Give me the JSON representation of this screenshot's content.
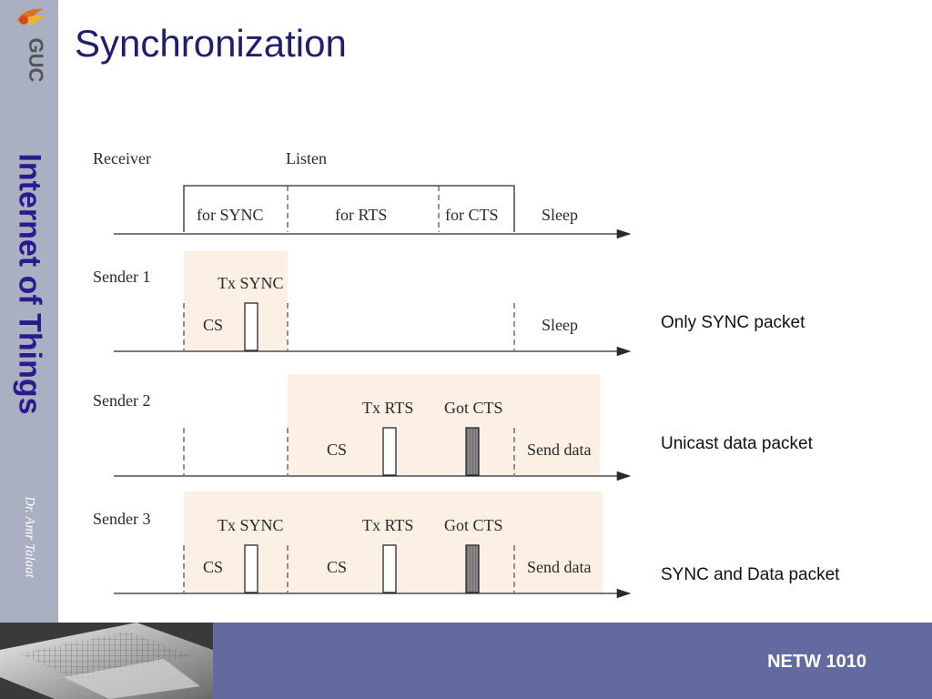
{
  "header": {
    "title": "Synchronization"
  },
  "sidebar": {
    "logo_text": "GUC",
    "course": "Internet of Things",
    "author": "Dr. Amr Talaat"
  },
  "footer": {
    "course_code": "NETW 1010"
  },
  "diagram": {
    "receiver": {
      "label": "Receiver",
      "listen": "Listen",
      "phases": [
        "for SYNC",
        "for RTS",
        "for CTS"
      ],
      "sleep": "Sleep"
    },
    "sender1": {
      "label": "Sender 1",
      "tx_sync": "Tx SYNC",
      "cs": "CS",
      "sleep": "Sleep",
      "description": "Only SYNC packet"
    },
    "sender2": {
      "label": "Sender 2",
      "tx_rts": "Tx RTS",
      "got_cts": "Got CTS",
      "cs": "CS",
      "send_data": "Send data",
      "description": "Unicast data packet"
    },
    "sender3": {
      "label": "Sender 3",
      "tx_sync": "Tx SYNC",
      "tx_rts": "Tx RTS",
      "got_cts": "Got CTS",
      "cs1": "CS",
      "cs2": "CS",
      "send_data": "Send data",
      "description": "SYNC and Data packet"
    }
  },
  "colors": {
    "highlight": "#fcefe3",
    "sidebar": "#a8b0c2",
    "footer": "#626aa0",
    "title": "#1f1f6e",
    "course": "#2a1a8c"
  }
}
